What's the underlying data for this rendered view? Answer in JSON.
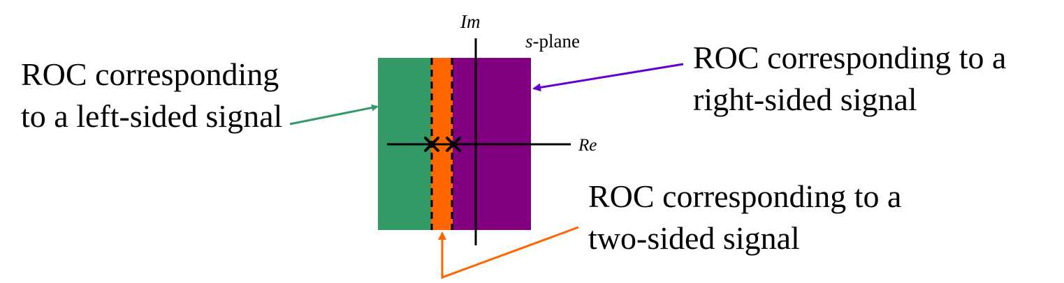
{
  "diagram": {
    "axis_im_label": "Im",
    "axis_re_label": "Re",
    "plane_label_var": "s",
    "plane_label_rest": "-plane"
  },
  "annotations": {
    "left_sided": {
      "line1": "ROC corresponding",
      "line2": "to a left-sided signal"
    },
    "right_sided": {
      "line1": "ROC corresponding to a",
      "line2": "right-sided signal"
    },
    "two_sided": {
      "line1": "ROC corresponding to a",
      "line2": "two-sided signal"
    }
  },
  "colors": {
    "left_roc": "#339966",
    "two_sided_roc": "#FF6600",
    "right_roc": "#800080",
    "arrow_left": "#339966",
    "arrow_right": "#6600CC",
    "arrow_two_sided": "#FF6600",
    "axes": "#000000"
  },
  "poles": 2
}
